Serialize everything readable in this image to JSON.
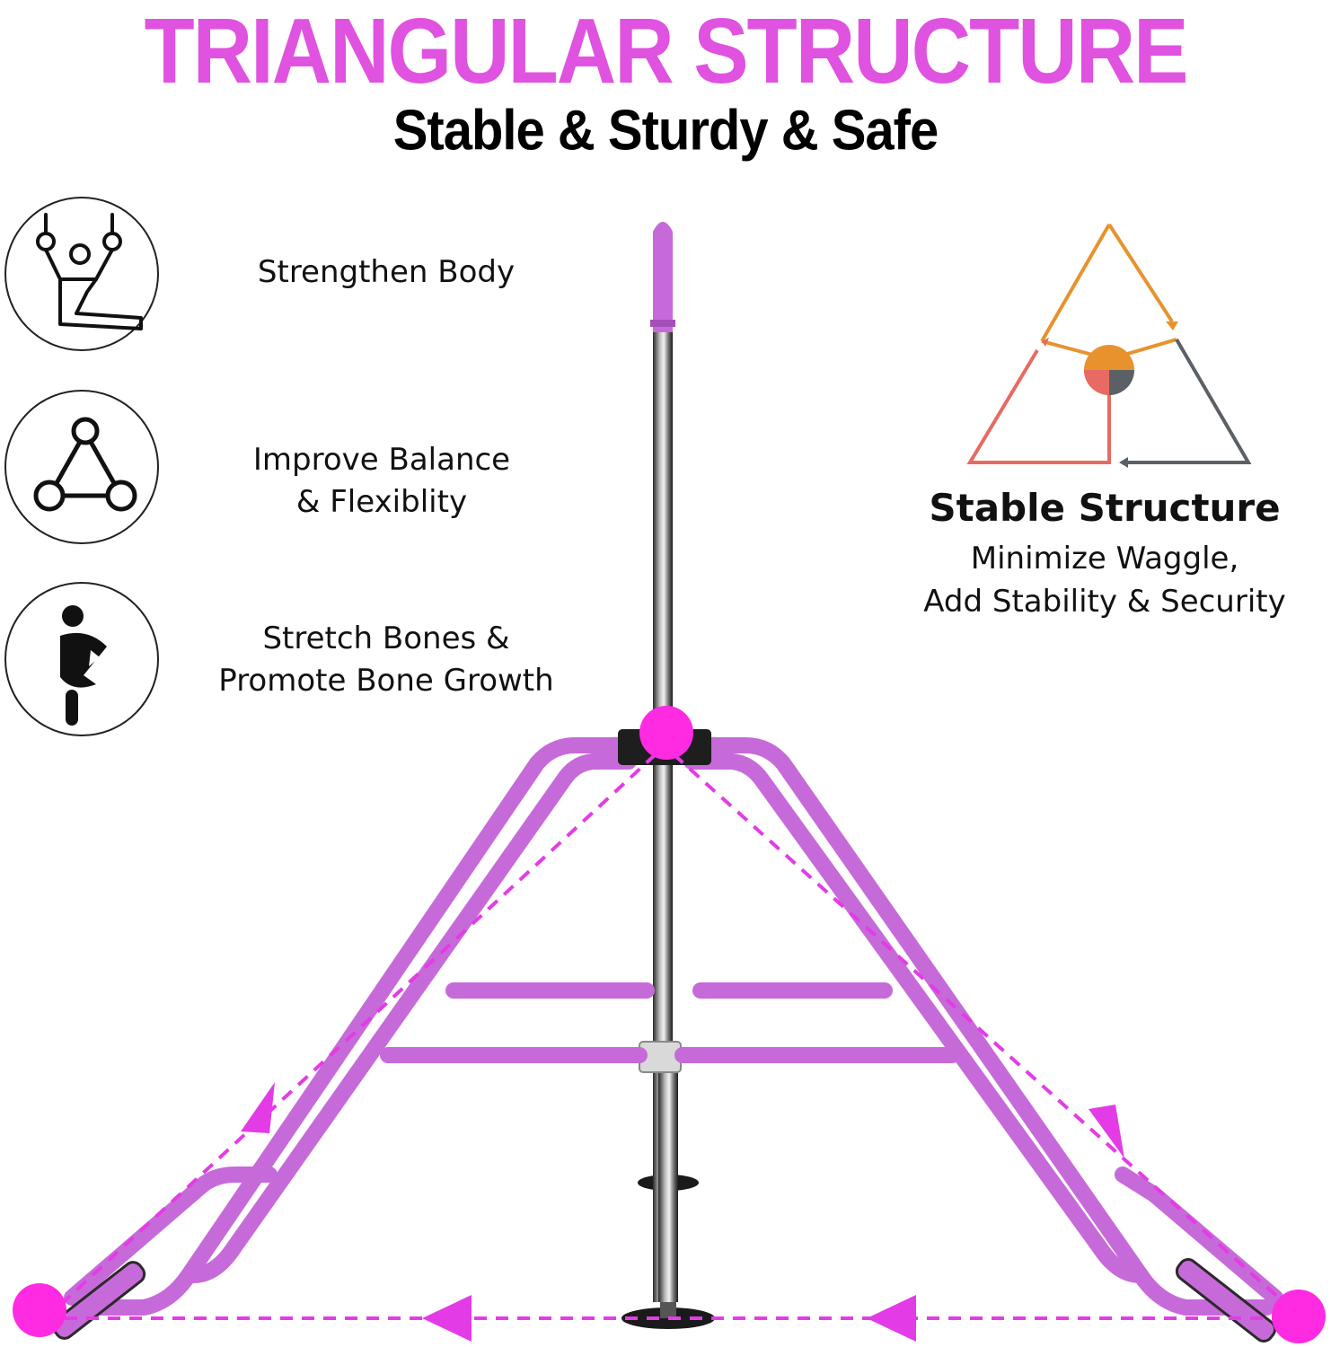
{
  "headline": "TRIANGULAR STRUCTURE",
  "subheadline": "Stable & Sturdy & Safe",
  "colors": {
    "accent": "#e052e0",
    "frame": "#c76ad9",
    "frame_dark": "#a44fb8",
    "ball": "#ff2be3",
    "arrow": "#e33ce6",
    "tri_orange": "#e8922e",
    "tri_red": "#e76a63",
    "tri_gray": "#5b6066"
  },
  "features": [
    {
      "icon": "gymnast-rings-icon",
      "line1": "Strengthen Body",
      "line2": ""
    },
    {
      "icon": "triangle-balance-icon",
      "line1": "Improve Balance",
      "line2": "& Flexiblity"
    },
    {
      "icon": "stretching-person-icon",
      "line1": "Stretch Bones &",
      "line2": "Promote Bone Growth"
    }
  ],
  "stable_structure": {
    "icon": "stable-triangle-icon",
    "title": "Stable Structure",
    "line1": "Minimize Waggle,",
    "line2": "Add Stability & Security"
  }
}
